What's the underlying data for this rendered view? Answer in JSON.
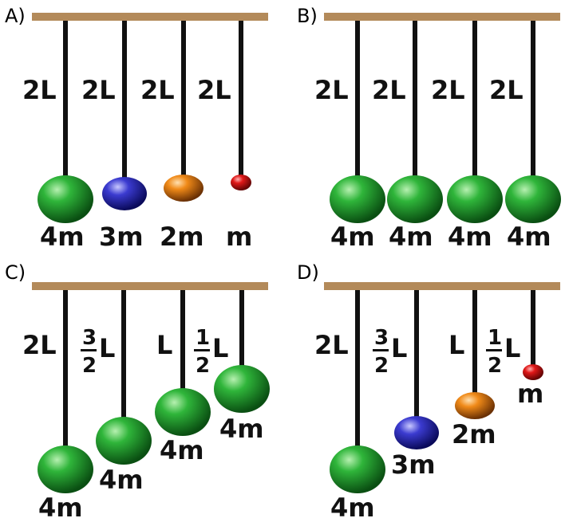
{
  "panels": [
    {
      "label": "A)",
      "pendulums": [
        {
          "length": "2L",
          "mass": "4m",
          "color": "green"
        },
        {
          "length": "2L",
          "mass": "3m",
          "color": "blue"
        },
        {
          "length": "2L",
          "mass": "2m",
          "color": "orange"
        },
        {
          "length": "2L",
          "mass": "m",
          "color": "red"
        }
      ]
    },
    {
      "label": "B)",
      "pendulums": [
        {
          "length": "2L",
          "mass": "4m",
          "color": "green"
        },
        {
          "length": "2L",
          "mass": "4m",
          "color": "green"
        },
        {
          "length": "2L",
          "mass": "4m",
          "color": "green"
        },
        {
          "length": "2L",
          "mass": "4m",
          "color": "green"
        }
      ]
    },
    {
      "label": "C)",
      "pendulums": [
        {
          "length": "2L",
          "mass": "4m",
          "color": "green"
        },
        {
          "length_num": "3",
          "length_den": "2",
          "length_unit": "L",
          "mass": "4m",
          "color": "green"
        },
        {
          "length": "L",
          "mass": "4m",
          "color": "green"
        },
        {
          "length_num": "1",
          "length_den": "2",
          "length_unit": "L",
          "mass": "4m",
          "color": "green"
        }
      ]
    },
    {
      "label": "D)",
      "pendulums": [
        {
          "length": "2L",
          "mass": "4m",
          "color": "green"
        },
        {
          "length_num": "3",
          "length_den": "2",
          "length_unit": "L",
          "mass": "3m",
          "color": "blue"
        },
        {
          "length": "L",
          "mass": "2m",
          "color": "orange"
        },
        {
          "length_num": "1",
          "length_den": "2",
          "length_unit": "L",
          "mass": "m",
          "color": "red"
        }
      ]
    }
  ],
  "colors": {
    "bar": "#b38a5a",
    "string": "#111111",
    "green": "#1f9a2e",
    "blue": "#2a2ab8",
    "orange": "#e07a10",
    "red": "#d01010"
  }
}
